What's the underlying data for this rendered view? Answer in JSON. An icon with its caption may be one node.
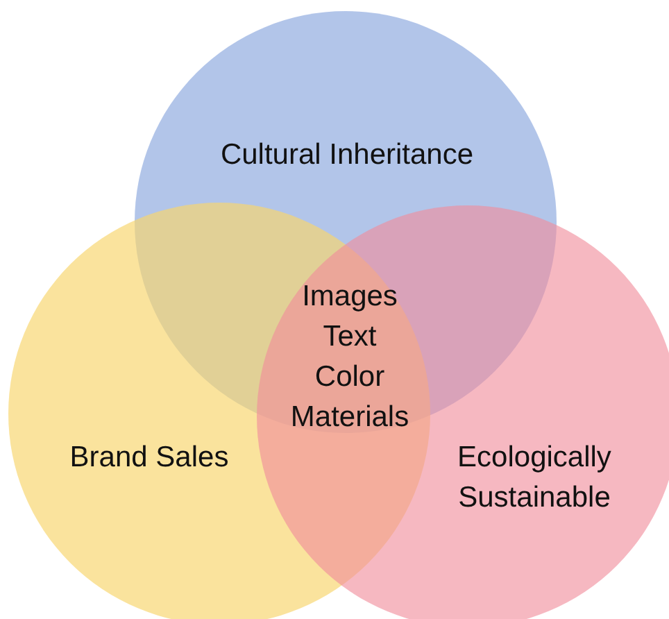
{
  "diagram": {
    "nodes": [
      {
        "text": [
          "Cultural Inheritance"
        ]
      },
      {
        "text": [
          "Brand Sales"
        ]
      },
      {
        "text": [
          "Ecologically Sustainable"
        ]
      }
    ],
    "edges": [],
    "labels": [
      "Images",
      "Text",
      "Color",
      "Materials"
    ]
  }
}
